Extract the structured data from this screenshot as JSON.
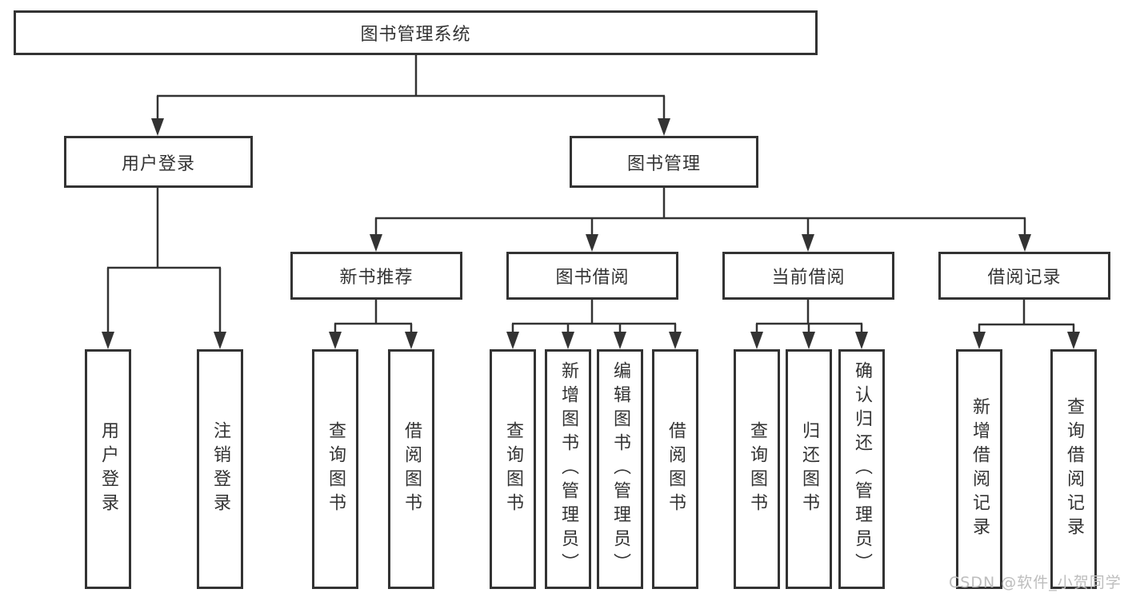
{
  "diagram": {
    "root": {
      "label": "图书管理系统"
    },
    "level2": {
      "user_login": {
        "label": "用户登录"
      },
      "book_mgmt": {
        "label": "图书管理"
      }
    },
    "level3": {
      "new_book_rec": {
        "label": "新书推荐"
      },
      "book_borrow": {
        "label": "图书借阅"
      },
      "current_borrow": {
        "label": "当前借阅"
      },
      "borrow_records": {
        "label": "借阅记录"
      }
    },
    "leaves": {
      "user_login_login": {
        "label": "用户登录"
      },
      "user_login_logout": {
        "label": "注销登录"
      },
      "new_book_query": {
        "label": "查询图书"
      },
      "new_book_borrow": {
        "label": "借阅图书"
      },
      "borrow_query": {
        "label": "查询图书"
      },
      "borrow_add": {
        "label": "新增图书（管理员）"
      },
      "borrow_edit": {
        "label": "编辑图书（管理员）"
      },
      "borrow_borrow": {
        "label": "借阅图书"
      },
      "current_query": {
        "label": "查询图书"
      },
      "current_return": {
        "label": "归还图书"
      },
      "current_confirm": {
        "label": "确认归还（管理员）"
      },
      "records_add": {
        "label": "新增借阅记录"
      },
      "records_query": {
        "label": "查询借阅记录"
      }
    }
  },
  "watermark": {
    "text": "CSDN @软件_小贺同学"
  },
  "style": {
    "line_color": "#333333",
    "box_border_color": "#333333",
    "text_color": "#333333",
    "background": "#ffffff",
    "watermark_color": "#bdbdbd"
  }
}
